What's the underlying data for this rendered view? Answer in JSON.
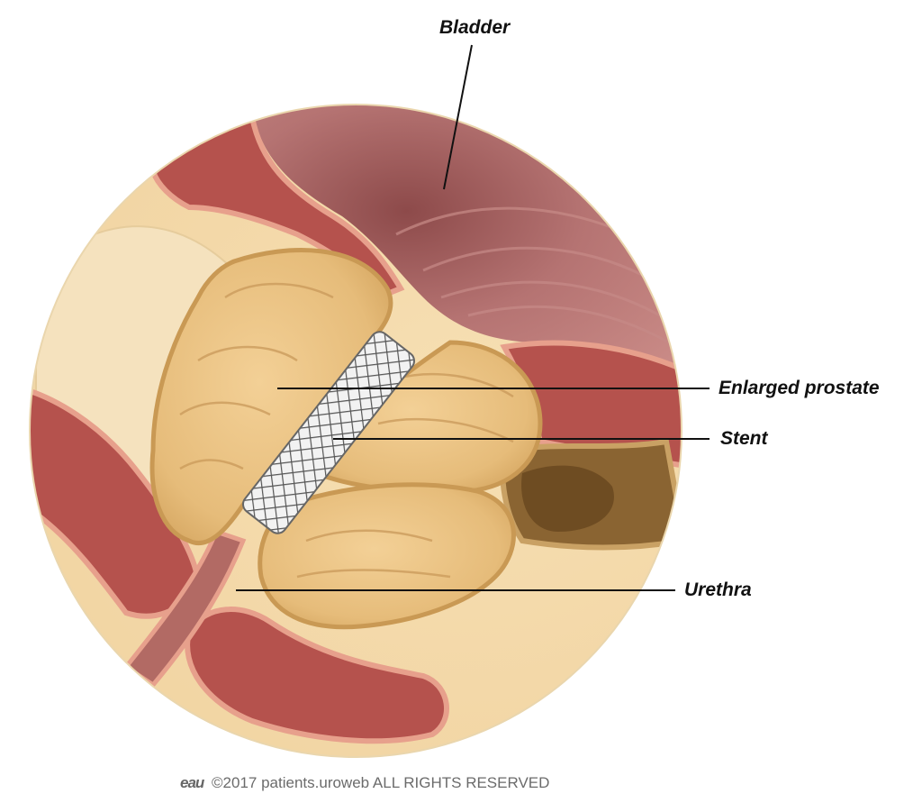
{
  "labels": {
    "bladder": "Bladder",
    "enlarged_prostate": "Enlarged prostate",
    "stent": "Stent",
    "urethra": "Urethra"
  },
  "footer": {
    "logo": "eau",
    "copyright": "©2017 patients.uroweb ALL RIGHTS RESERVED"
  },
  "colors": {
    "background": "#ffffff",
    "skin": "#f3d8a8",
    "muscle": "#b5524d",
    "muscle_border": "#e7a08c",
    "bladder": "#b46a68",
    "prostate": "#e8c07f",
    "prostate_border": "#c99954",
    "stent": "#8a8a8a",
    "cavity": "#6e4c22"
  }
}
